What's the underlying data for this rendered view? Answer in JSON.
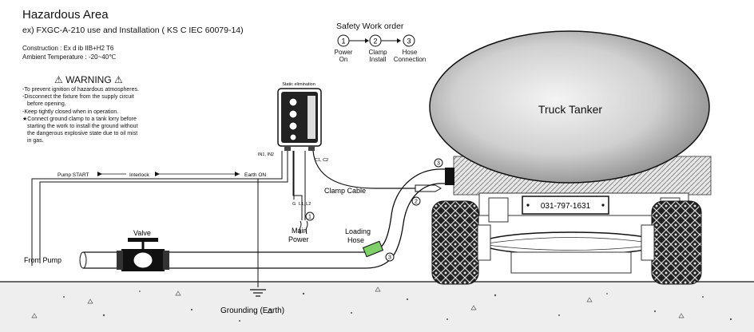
{
  "header": {
    "title": "Hazardous Area",
    "subtitle": "ex) FXGC-A-210 use and Installation ( KS C IEC 60079-14)",
    "construction": "Construction : Ex d ib IIB+H2 T6",
    "ambient": "Ambient Temperature : -20~40℃"
  },
  "warning": {
    "title": "WARNING",
    "items": [
      "-To prevent ignition of hazardous atmospheres.",
      "-Disconnect the fixture from the supply circuit",
      "  before opening.",
      "-Keep tightly closed when in operation.",
      "★Connect ground clamp to a tank lorry before",
      "  starting the work to install the ground without",
      "  the dangerous explosive state due to oil mist",
      "  in gas."
    ]
  },
  "safety_order": {
    "title": "Safety Work order",
    "steps": [
      {
        "num": "1",
        "label1": "Power",
        "label2": "On"
      },
      {
        "num": "2",
        "label1": "Clamp",
        "label2": "Install"
      },
      {
        "num": "3",
        "label1": "Hose",
        "label2": "Connection"
      }
    ]
  },
  "diagram": {
    "static_elimination": "Static elimination",
    "truck_tanker": "Truck Tanker",
    "phone": "031-797-1631",
    "pump_start": "Pump START",
    "interlock": "Interlock",
    "earth_on": "Earth ON",
    "in_terminals": "IN1, IN2",
    "c_terminals": "C1, C2",
    "l_terminals": "L1, L2",
    "g_terminal": "G",
    "clamp_cable": "Clamp Cable",
    "main_power_1": "Main",
    "main_power_2": "Power",
    "loading_hose_1": "Loading",
    "loading_hose_2": "Hose",
    "valve": "Valve",
    "from_pump": "From Pump",
    "grounding": "Grounding (Earth)",
    "step_markers": [
      "1",
      "2",
      "3",
      "3"
    ]
  }
}
